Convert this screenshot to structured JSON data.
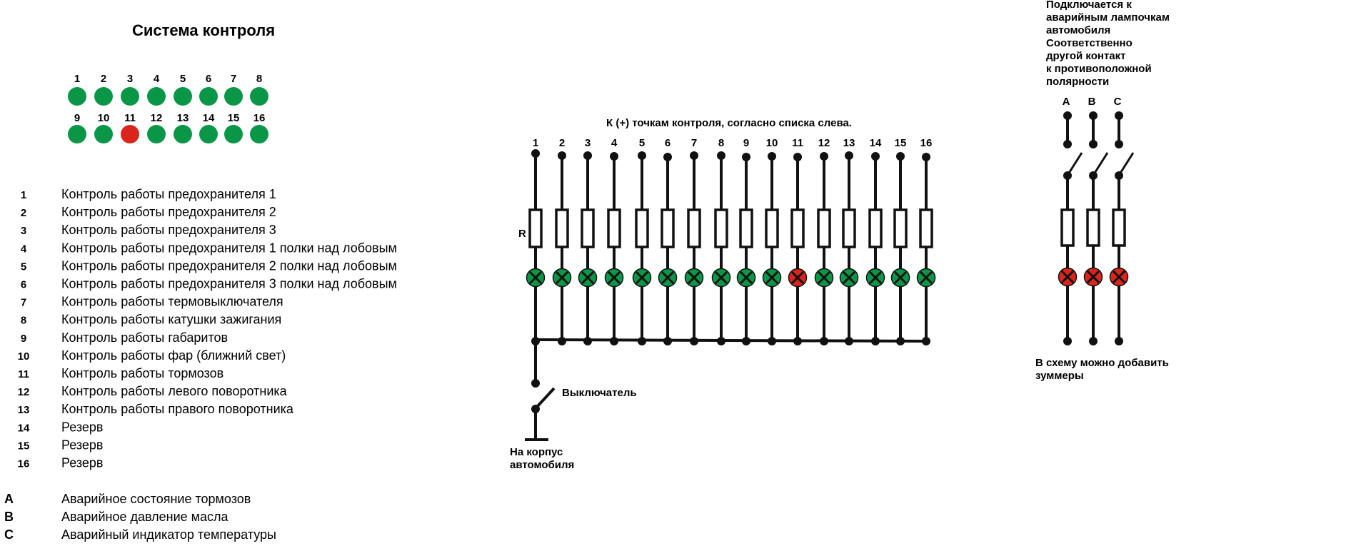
{
  "title": "Система контроля",
  "colors": {
    "ok": "#0a9647",
    "alarm": "#d9251c",
    "wire": "#111111"
  },
  "panel": {
    "row1": [
      {
        "n": "1",
        "state": "ok"
      },
      {
        "n": "2",
        "state": "ok"
      },
      {
        "n": "3",
        "state": "ok"
      },
      {
        "n": "4",
        "state": "ok"
      },
      {
        "n": "5",
        "state": "ok"
      },
      {
        "n": "6",
        "state": "ok"
      },
      {
        "n": "7",
        "state": "ok"
      },
      {
        "n": "8",
        "state": "ok"
      }
    ],
    "row2": [
      {
        "n": "9",
        "state": "ok"
      },
      {
        "n": "10",
        "state": "ok"
      },
      {
        "n": "11",
        "state": "alarm"
      },
      {
        "n": "12",
        "state": "ok"
      },
      {
        "n": "13",
        "state": "ok"
      },
      {
        "n": "14",
        "state": "ok"
      },
      {
        "n": "15",
        "state": "ok"
      },
      {
        "n": "16",
        "state": "ok"
      }
    ]
  },
  "legend": [
    {
      "n": "1",
      "text": "Контроль работы предохранителя 1"
    },
    {
      "n": "2",
      "text": "Контроль работы предохранителя 2"
    },
    {
      "n": "3",
      "text": "Контроль работы предохранителя 3"
    },
    {
      "n": "4",
      "text": "Контроль работы предохранителя 1 полки над лобовым"
    },
    {
      "n": "5",
      "text": "Контроль работы предохранителя 2 полки над лобовым"
    },
    {
      "n": "6",
      "text": "Контроль работы предохранителя 3 полки над лобовым"
    },
    {
      "n": "7",
      "text": "Контроль работы термовыключателя"
    },
    {
      "n": "8",
      "text": "Контроль работы катушки зажигания"
    },
    {
      "n": "9",
      "text": "Контроль работы габаритов"
    },
    {
      "n": "10",
      "text": "Контроль работы фар (ближний свет)"
    },
    {
      "n": "11",
      "text": "Контроль работы тормозов"
    },
    {
      "n": "12",
      "text": "Контроль работы левого поворотника"
    },
    {
      "n": "13",
      "text": "Контроль работы правого поворотника"
    },
    {
      "n": "14",
      "text": "Резерв"
    },
    {
      "n": "15",
      "text": "Резерв"
    },
    {
      "n": "16",
      "text": "Резерв"
    }
  ],
  "alarm_legend": [
    {
      "n": "A",
      "text": "Аварийное состояние тормозов"
    },
    {
      "n": "B",
      "text": "Аварийное давление масла"
    },
    {
      "n": "C",
      "text": "Аварийный индикатор температуры"
    }
  ],
  "circuit": {
    "header": "К (+) точкам контроля, согласно списка слева.",
    "resistor_label": "R",
    "columns": [
      {
        "n": "1",
        "state": "ok"
      },
      {
        "n": "2",
        "state": "ok"
      },
      {
        "n": "3",
        "state": "ok"
      },
      {
        "n": "4",
        "state": "ok"
      },
      {
        "n": "5",
        "state": "ok"
      },
      {
        "n": "6",
        "state": "ok"
      },
      {
        "n": "7",
        "state": "ok"
      },
      {
        "n": "8",
        "state": "ok"
      },
      {
        "n": "9",
        "state": "ok"
      },
      {
        "n": "10",
        "state": "ok"
      },
      {
        "n": "11",
        "state": "alarm"
      },
      {
        "n": "12",
        "state": "ok"
      },
      {
        "n": "13",
        "state": "ok"
      },
      {
        "n": "14",
        "state": "ok"
      },
      {
        "n": "15",
        "state": "ok"
      },
      {
        "n": "16",
        "state": "ok"
      }
    ],
    "switch_label": "Выключатель",
    "ground_label_1": "На корпус",
    "ground_label_2": "автомобиля"
  },
  "alarm_circuit": {
    "note_lines": [
      "Подключается к",
      "аварийным лампочкам",
      "автомобиля",
      "Соответственно",
      "другой контакт",
      "к противоположной",
      "полярности"
    ],
    "columns": [
      {
        "n": "A",
        "state": "alarm"
      },
      {
        "n": "B",
        "state": "alarm"
      },
      {
        "n": "C",
        "state": "alarm"
      }
    ],
    "footer_1": "В схему можно добавить",
    "footer_2": "зуммеры"
  }
}
